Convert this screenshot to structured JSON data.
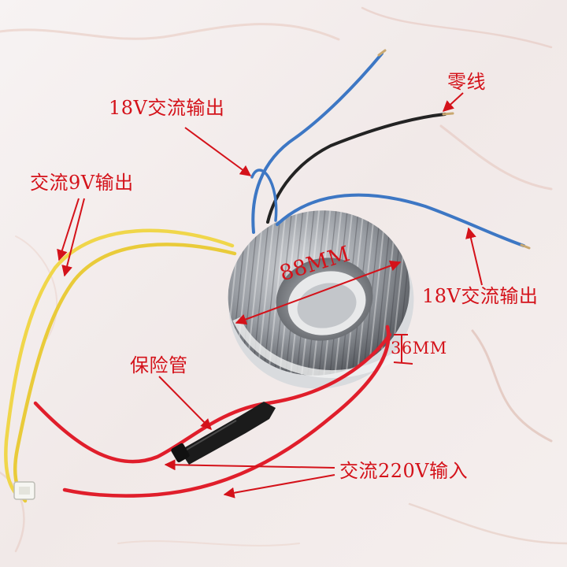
{
  "labels": {
    "neutral_wire": "零线",
    "ac_18v_output_top": "18V交流输出",
    "ac_9v_output": "交流9V输出",
    "ac_18v_output_right": "18V交流输出",
    "fuse": "保险管",
    "ac_220v_input": "交流220V输入",
    "outer_diameter": "88MM",
    "height": "36MM"
  },
  "colors": {
    "annotation": "#d4121a",
    "background_marble": "#f4eeee",
    "wire_blue": "#3d77c4",
    "wire_black": "#232323",
    "wire_yellow": "#f0d64a",
    "wire_red": "#e01e2b",
    "transformer_tape": "#a9adb3",
    "transformer_dark": "#3a3d42"
  },
  "object": {
    "type": "toroidal transformer",
    "wires": [
      "red",
      "red",
      "blue",
      "blue",
      "black",
      "yellow",
      "yellow"
    ],
    "fuse_holder": "black inline"
  }
}
